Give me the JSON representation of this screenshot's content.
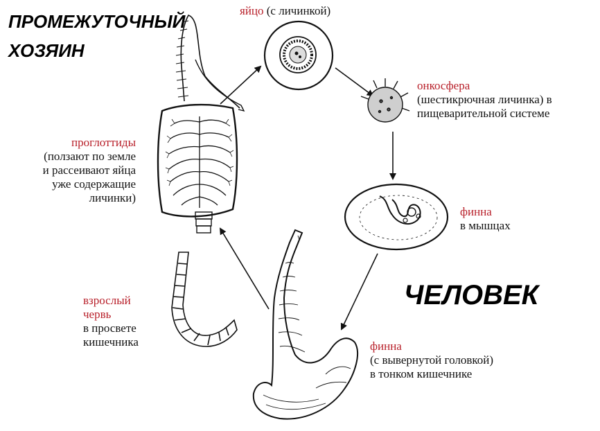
{
  "headings": {
    "intermediate_host_line1": "ПРОМЕЖУТОЧНЫЙ",
    "intermediate_host_line2": "ХОЗЯИН",
    "human": "ЧЕЛОВЕК"
  },
  "stages": {
    "egg": {
      "title": "яйцо",
      "note": " (с личинкой)"
    },
    "oncosphere": {
      "title": "онкосфера",
      "line1": "(шестикрючная личинка) в",
      "line2": "пищеварительной системе"
    },
    "finna_muscle": {
      "title": "финна",
      "line1": "в мышцах"
    },
    "finna_intestine": {
      "title": "финна",
      "line1": "(с вывернутой головкой)",
      "line2": "в тонком  кишечнике"
    },
    "adult": {
      "title_line1": "взрослый",
      "title_line2": "червь",
      "line1": "в просвете",
      "line2": "кишечника"
    },
    "proglottids": {
      "title": "проглоттиды",
      "line1": "(ползают по земле",
      "line2": "и рассеивают яйца",
      "line3": "уже содержащие",
      "line4": "личинки)"
    }
  },
  "colors": {
    "accent_text": "#b8202a",
    "ink": "#111111"
  }
}
